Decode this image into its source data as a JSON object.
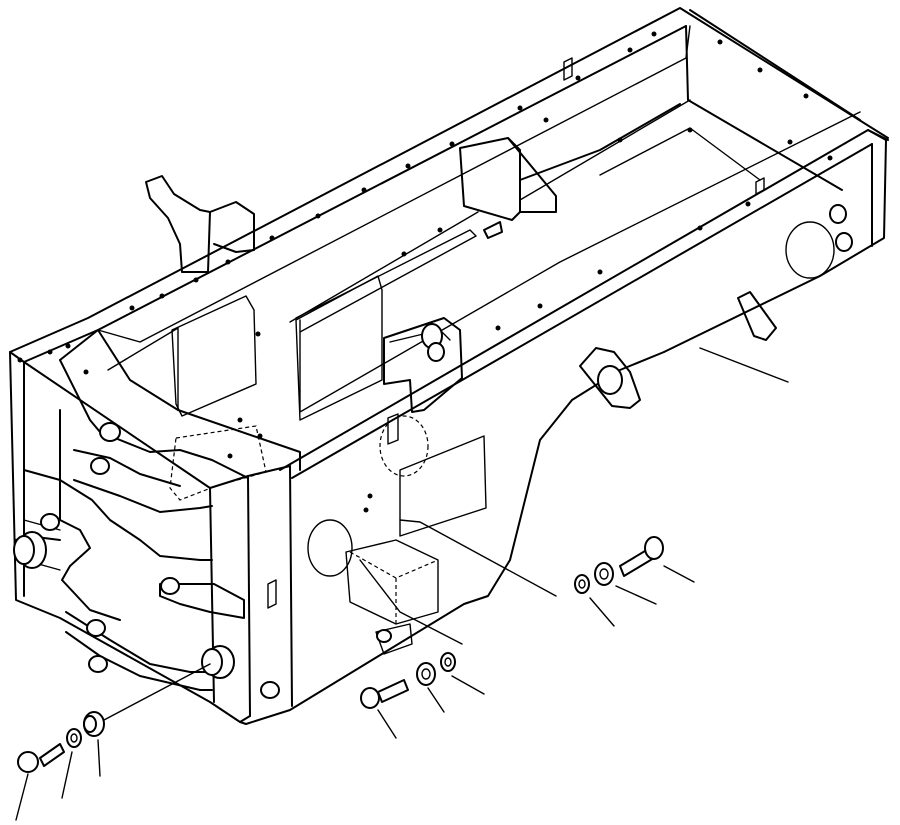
{
  "figure": {
    "parts": [
      {
        "name": "frame-assembly"
      },
      {
        "name": "front-bolt"
      },
      {
        "name": "front-lock-washer"
      },
      {
        "name": "front-spacer"
      },
      {
        "name": "center-bolt"
      },
      {
        "name": "center-nut"
      },
      {
        "name": "center-washer"
      },
      {
        "name": "rear-bolt"
      },
      {
        "name": "rear-nut"
      },
      {
        "name": "rear-washer"
      }
    ]
  }
}
